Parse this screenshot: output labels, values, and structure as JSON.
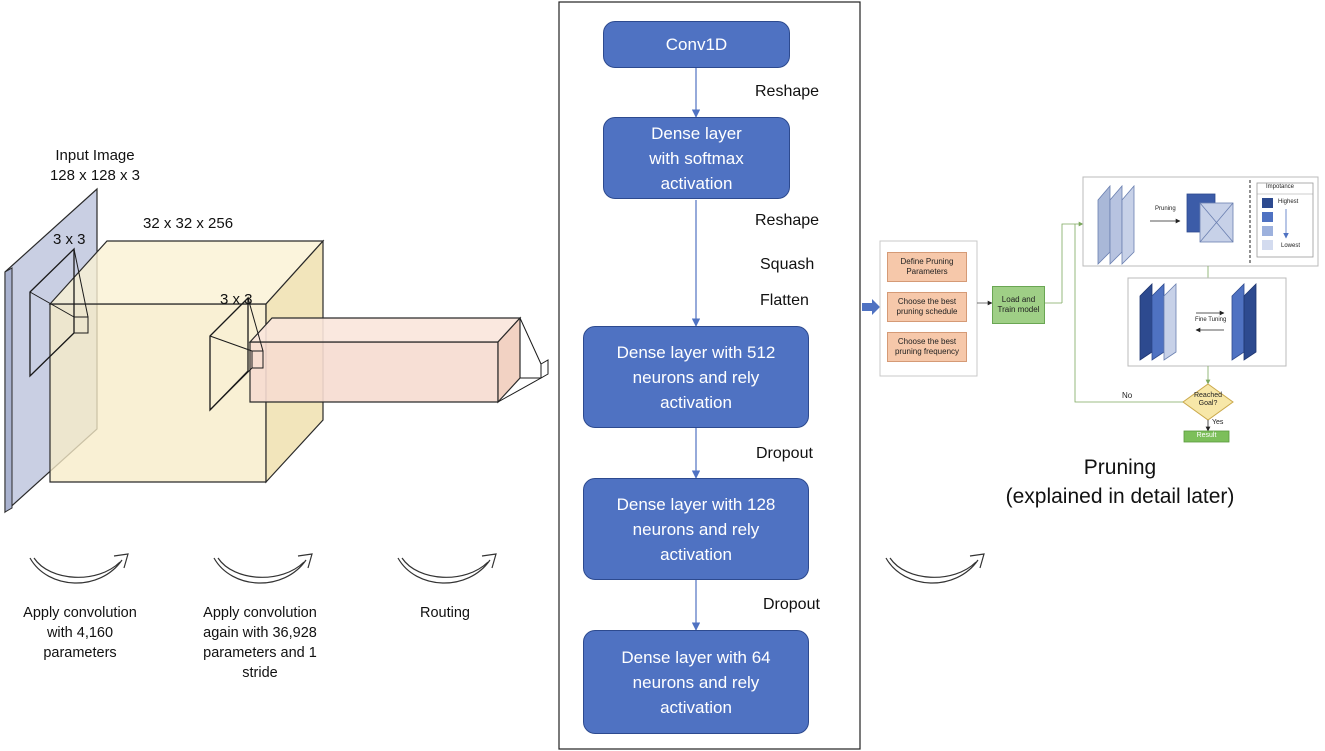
{
  "cnn": {
    "input_label_1": "Input Image",
    "input_label_2": "128 x 128 x 3",
    "vol_label": "32 x 32 x 256",
    "kernel1": "3 x 3",
    "kernel2": "3 x 3"
  },
  "steps": [
    {
      "l1": "Apply convolution",
      "l2": "with 4,160",
      "l3": "parameters",
      "l4": ""
    },
    {
      "l1": "Apply convolution",
      "l2": "again with 36,928",
      "l3": "parameters and 1",
      "l4": "stride"
    },
    {
      "l1": "Routing",
      "l2": "",
      "l3": "",
      "l4": ""
    }
  ],
  "network": {
    "conv": "Conv1D",
    "dense_softmax": [
      "Dense layer",
      "with softmax",
      "activation"
    ],
    "dense512": [
      "Dense layer with 512",
      "neurons and rely",
      "activation"
    ],
    "dense128": [
      "Dense layer with 128",
      "neurons and rely",
      "activation"
    ],
    "dense64": [
      "Dense layer with 64",
      "neurons and rely",
      "activation"
    ],
    "reshape1": "Reshape",
    "reshape2": "Reshape",
    "squash": "Squash",
    "flatten": "Flatten",
    "dropout1": "Dropout",
    "dropout2": "Dropout"
  },
  "pruning": {
    "title_1": "Pruning",
    "title_2": "(explained in detail later)",
    "params": [
      [
        "Define Pruning",
        "Parameters"
      ],
      [
        "Choose the best",
        "pruning schedule"
      ],
      [
        "Choose the best",
        "pruning frequency"
      ]
    ],
    "load_train": [
      "Load and",
      "Train model"
    ],
    "pruning_label": "Pruning",
    "importance_title": "Impotance",
    "highest": "Highest",
    "lowest": "Lowest",
    "fine_tuning": "Fine Tuning",
    "decision": [
      "Reached",
      "Goal?"
    ],
    "no": "No",
    "yes": "Yes",
    "result": "Result"
  },
  "colors": {
    "blue_box": "#4f72c2",
    "arrow": "#4f72c2",
    "input_plane": "#c9cfe3",
    "volume": "#f7ecc8",
    "routed": "#f6dcd0",
    "param_box": "#f6c8aa",
    "load_box": "#9fcf86",
    "result_box": "#7cbf5a",
    "decision": "#f7e7a8"
  }
}
